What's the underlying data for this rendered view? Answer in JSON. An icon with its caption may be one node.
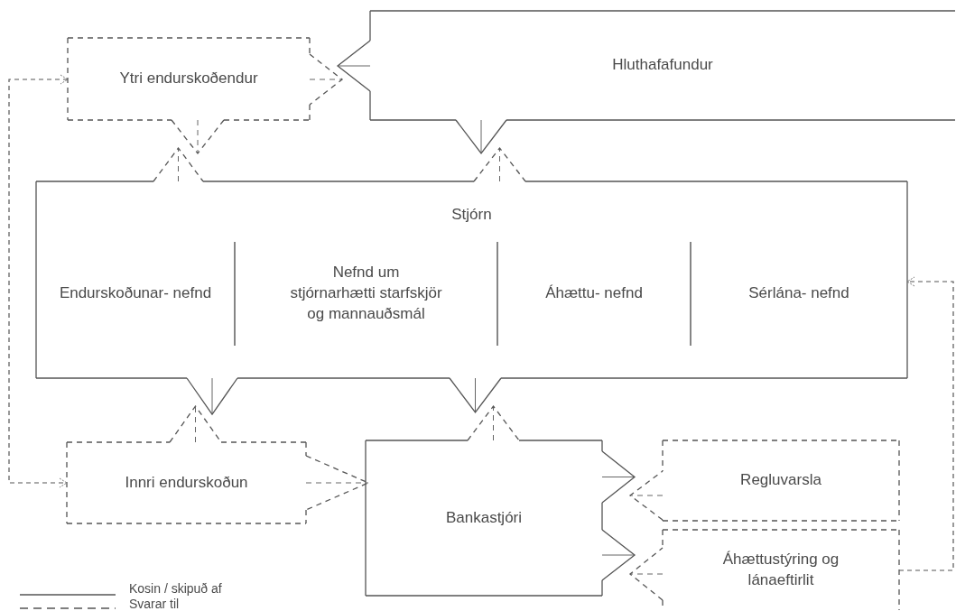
{
  "diagram": {
    "nodes": [
      {
        "text": [
          "Ytri endurskoðendur"
        ]
      },
      {
        "text": [
          "Hluthafafundur"
        ]
      },
      {
        "text": [
          "Stjórn",
          "Endurskoðunar- nefnd",
          "Nefnd um stjórnarhætti starfskjör og mannauðsmál",
          "Áhættu- nefnd",
          "Sérlána- nefnd"
        ]
      },
      {
        "text": [
          "Innri endurskoðun"
        ]
      },
      {
        "text": [
          "Bankastjóri"
        ]
      },
      {
        "text": [
          "Regluvarsla"
        ]
      },
      {
        "text": [
          "Áhættustýring og lánaeftirlit"
        ]
      }
    ],
    "edges": [
      {
        "from": 0,
        "to": 1,
        "arrow": "to",
        "style": "dashed"
      },
      {
        "from": 1,
        "to": 0,
        "arrow": "to"
      },
      {
        "from": 0,
        "to": 2,
        "arrow": "to",
        "style": "dashed"
      },
      {
        "from": 1,
        "to": 2,
        "arrow": "to"
      },
      {
        "from": 2,
        "to": 0,
        "arrow": "to",
        "style": "dashed"
      },
      {
        "from": 2,
        "to": 1,
        "arrow": "to",
        "style": "dashed"
      },
      {
        "from": 2,
        "to": 3,
        "arrow": "to"
      },
      {
        "from": 2,
        "to": 4,
        "arrow": "to"
      },
      {
        "from": 3,
        "to": 2,
        "arrow": "to",
        "style": "dashed"
      },
      {
        "from": 4,
        "to": 2,
        "arrow": "to",
        "style": "dashed"
      },
      {
        "from": 3,
        "to": 4,
        "arrow": "to",
        "style": "dashed"
      },
      {
        "from": 4,
        "to": 5,
        "arrow": "to"
      },
      {
        "from": 4,
        "to": 6,
        "arrow": "to"
      },
      {
        "from": 5,
        "to": 4,
        "arrow": "to",
        "style": "dashed"
      },
      {
        "from": 6,
        "to": 4,
        "arrow": "to",
        "style": "dashed"
      },
      {
        "from": 0,
        "to": 3,
        "arrow": "both",
        "style": "dashed"
      },
      {
        "from": 6,
        "to": 2,
        "arrow": "to",
        "style": "dashed"
      }
    ],
    "legend": [
      {
        "text": "Kosin / skipuð af"
      },
      {
        "text": "Svarar til"
      }
    ]
  }
}
